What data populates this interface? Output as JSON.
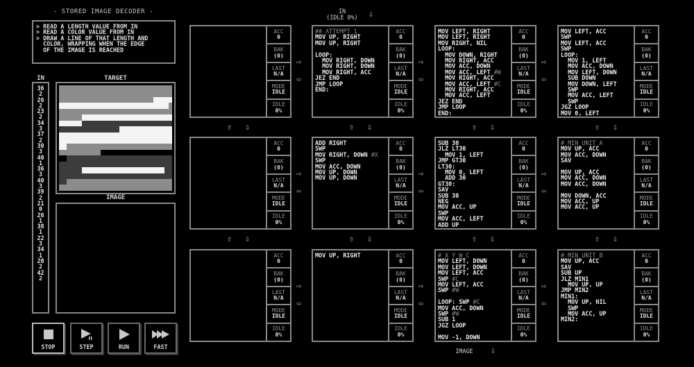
{
  "puzzle": {
    "title": "- STORED IMAGE DECODER -",
    "description": [
      "> READ A LENGTH VALUE FROM IN",
      "> READ A COLOR VALUE FROM IN",
      "> DRAW A LINE OF THAT LENGTH AND",
      "  COLOR, WRAPPING WHEN THE EDGE",
      "  OF THE IMAGE IS REACHED"
    ]
  },
  "panels": {
    "in_header": "IN",
    "target_header": "TARGET",
    "image_header": "IMAGE"
  },
  "in_values": [
    "36",
    "2",
    "26",
    "2",
    "23",
    "2",
    "34",
    "3",
    "37",
    "2",
    "30",
    "3",
    "40",
    "1",
    "36",
    "3",
    "40",
    "3",
    "39",
    "2",
    "21",
    "0",
    "26",
    "1",
    "38",
    "1",
    "22",
    "3",
    "34",
    "1",
    "20",
    "2",
    "42",
    "2"
  ],
  "palette": {
    "0": "#000000",
    "1": "#3c3c3c",
    "2": "#8c8c8c",
    "3": "#f4f4f4"
  },
  "target_image": {
    "width": 30,
    "height": 18,
    "rows": [
      [
        [
          30,
          2
        ]
      ],
      [
        [
          30,
          2
        ]
      ],
      [
        [
          25,
          2
        ],
        [
          5,
          3
        ]
      ],
      [
        [
          29,
          3
        ],
        [
          1,
          2
        ]
      ],
      [
        [
          30,
          2
        ]
      ],
      [
        [
          6,
          2
        ],
        [
          24,
          3
        ]
      ],
      [
        [
          6,
          3
        ],
        [
          24,
          1
        ]
      ],
      [
        [
          16,
          1
        ],
        [
          14,
          3
        ]
      ],
      [
        [
          30,
          3
        ]
      ],
      [
        [
          30,
          3
        ]
      ],
      [
        [
          2,
          3
        ],
        [
          28,
          2
        ]
      ],
      [
        [
          11,
          2
        ],
        [
          19,
          0
        ]
      ],
      [
        [
          2,
          0
        ],
        [
          28,
          1
        ]
      ],
      [
        [
          30,
          1
        ]
      ],
      [
        [
          6,
          1
        ],
        [
          22,
          3
        ],
        [
          2,
          1
        ]
      ],
      [
        [
          30,
          1
        ]
      ],
      [
        [
          2,
          1
        ],
        [
          28,
          2
        ]
      ],
      [
        [
          30,
          2
        ]
      ]
    ]
  },
  "controls": [
    {
      "id": "stop",
      "label": "STOP",
      "icon": "stop-icon"
    },
    {
      "id": "step",
      "label": "STEP",
      "icon": "step-icon"
    },
    {
      "id": "run",
      "label": "RUN",
      "icon": "run-icon"
    },
    {
      "id": "fast",
      "label": "FAST",
      "icon": "fast-forward-icon"
    }
  ],
  "io": {
    "input_label": "IN",
    "input_status": "(IDLE 0%)",
    "output_label": "IMAGE"
  },
  "register_labels": {
    "acc": "ACC",
    "bak": "BAK",
    "last": "LAST",
    "mode": "MODE",
    "idle": "IDLE"
  },
  "nodes": [
    {
      "code": "",
      "acc": "0",
      "bak": "(0)",
      "last": "N/A",
      "mode": "IDLE",
      "idle": "0%"
    },
    {
      "code": "## ATTEMPT 1\nMOV UP, RIGHT\nMOV UP, RIGHT\n\nLOOP:\n  MOV RIGHT, DOWN\n  MOV RIGHT, DOWN\n  MOV RIGHT, ACC\nJEZ END\nJMP LOOP\nEND:",
      "acc": "0",
      "bak": "(0)",
      "last": "N/A",
      "mode": "IDLE",
      "idle": "0%"
    },
    {
      "code": "MOV LEFT, RIGHT\nMOV LEFT, RIGHT\nMOV RIGHT, NIL\nLOOP:\n  MOV DOWN, RIGHT\n  MOV RIGHT, ACC\n  MOV ACC, DOWN\n  MOV ACC, LEFT #W\n  MOV RIGHT, ACC\n  MOV ACC, LEFT #C\n  MOV RIGHT, ACC\n  MOV ACC, LEFT\nJEZ END\nJMP LOOP\nEND:",
      "acc": "0",
      "bak": "(0)",
      "last": "N/A",
      "mode": "IDLE",
      "idle": "0%"
    },
    {
      "code": "MOV LEFT, ACC\nSWP\nMOV LEFT, ACC\nSWP\nLOOP:\n  MOV 1, LEFT\n  MOV ACC, DOWN\n  MOV LEFT, DOWN\n  SUB DOWN\n  MOV DOWN, LEFT\n  SWP\n  MOV ACC, LEFT\n  SWP\nJGZ LOOP\nMOV 0, LEFT",
      "acc": "0",
      "bak": "(0)",
      "last": "N/A",
      "mode": "IDLE",
      "idle": "0%"
    },
    {
      "code": "",
      "acc": "0",
      "bak": "(0)",
      "last": "N/A",
      "mode": "IDLE",
      "idle": "0%"
    },
    {
      "code": "ADD RIGHT\nSWP\nMOV RIGHT, DOWN #X\nSWP\nMOV ACC, DOWN\nMOV UP, DOWN\nMOV UP, DOWN",
      "acc": "0",
      "bak": "(0)",
      "last": "N/A",
      "mode": "IDLE",
      "idle": "0%"
    },
    {
      "code": "SUB 30\nJLZ LT30\n  MOV 1, LEFT\nJMP GT30\nLT30:\n  MOV 0, LEFT\n  ADD 30\nGT30:\nSAV\nSUB 30\nNEG\nMOV ACC, UP\nSWP\nMOV ACC, LEFT\nADD UP",
      "acc": "0",
      "bak": "(0)",
      "last": "N/A",
      "mode": "IDLE",
      "idle": "0%"
    },
    {
      "code": "# MIN UNIT A\nMOV UP, ACC\nMOV ACC, DOWN\nSAV\n\nMOV UP, ACC\nMOV ACC, DOWN\nMOV ACC, DOWN\n\nMOV DOWN, ACC\nMOV ACC, UP\nMOV ACC, UP",
      "acc": "0",
      "bak": "(0)",
      "last": "N/A",
      "mode": "IDLE",
      "idle": "0%"
    },
    {
      "code": "",
      "acc": "0",
      "bak": "(0)",
      "last": "N/A",
      "mode": "IDLE",
      "idle": "0%"
    },
    {
      "code": "MOV UP, RIGHT",
      "acc": "0",
      "bak": "(0)",
      "last": "N/A",
      "mode": "IDLE",
      "idle": "0%"
    },
    {
      "code": "# X Y W C\nMOV LEFT, DOWN\nMOV LEFT, DOWN\nMOV LEFT, ACC\nSWP #C\nMOV LEFT, ACC\nSWP #W\n\nLOOP: SWP #C\nMOV ACC, DOWN\nSWP #W\nSUB 1\nJGZ LOOP\n\nMOV -1, DOWN",
      "acc": "0",
      "bak": "(0)",
      "last": "N/A",
      "mode": "IDLE",
      "idle": "0%"
    },
    {
      "code": "# MIN UNIT B\nMOV UP, ACC\nSAV\nSUB UP\nJLZ MIN1\n  MOV UP, UP\nJMP MIN2\nMIN1:\n  MOV UP, NIL\n  SWP\n  MOV ACC, UP\nMIN2:",
      "acc": "0",
      "bak": "(0)",
      "last": "N/A",
      "mode": "IDLE",
      "idle": "0%"
    }
  ],
  "arrows": {
    "right": "⇨",
    "left": "⇦",
    "up": "⇧",
    "down": "⇩"
  }
}
